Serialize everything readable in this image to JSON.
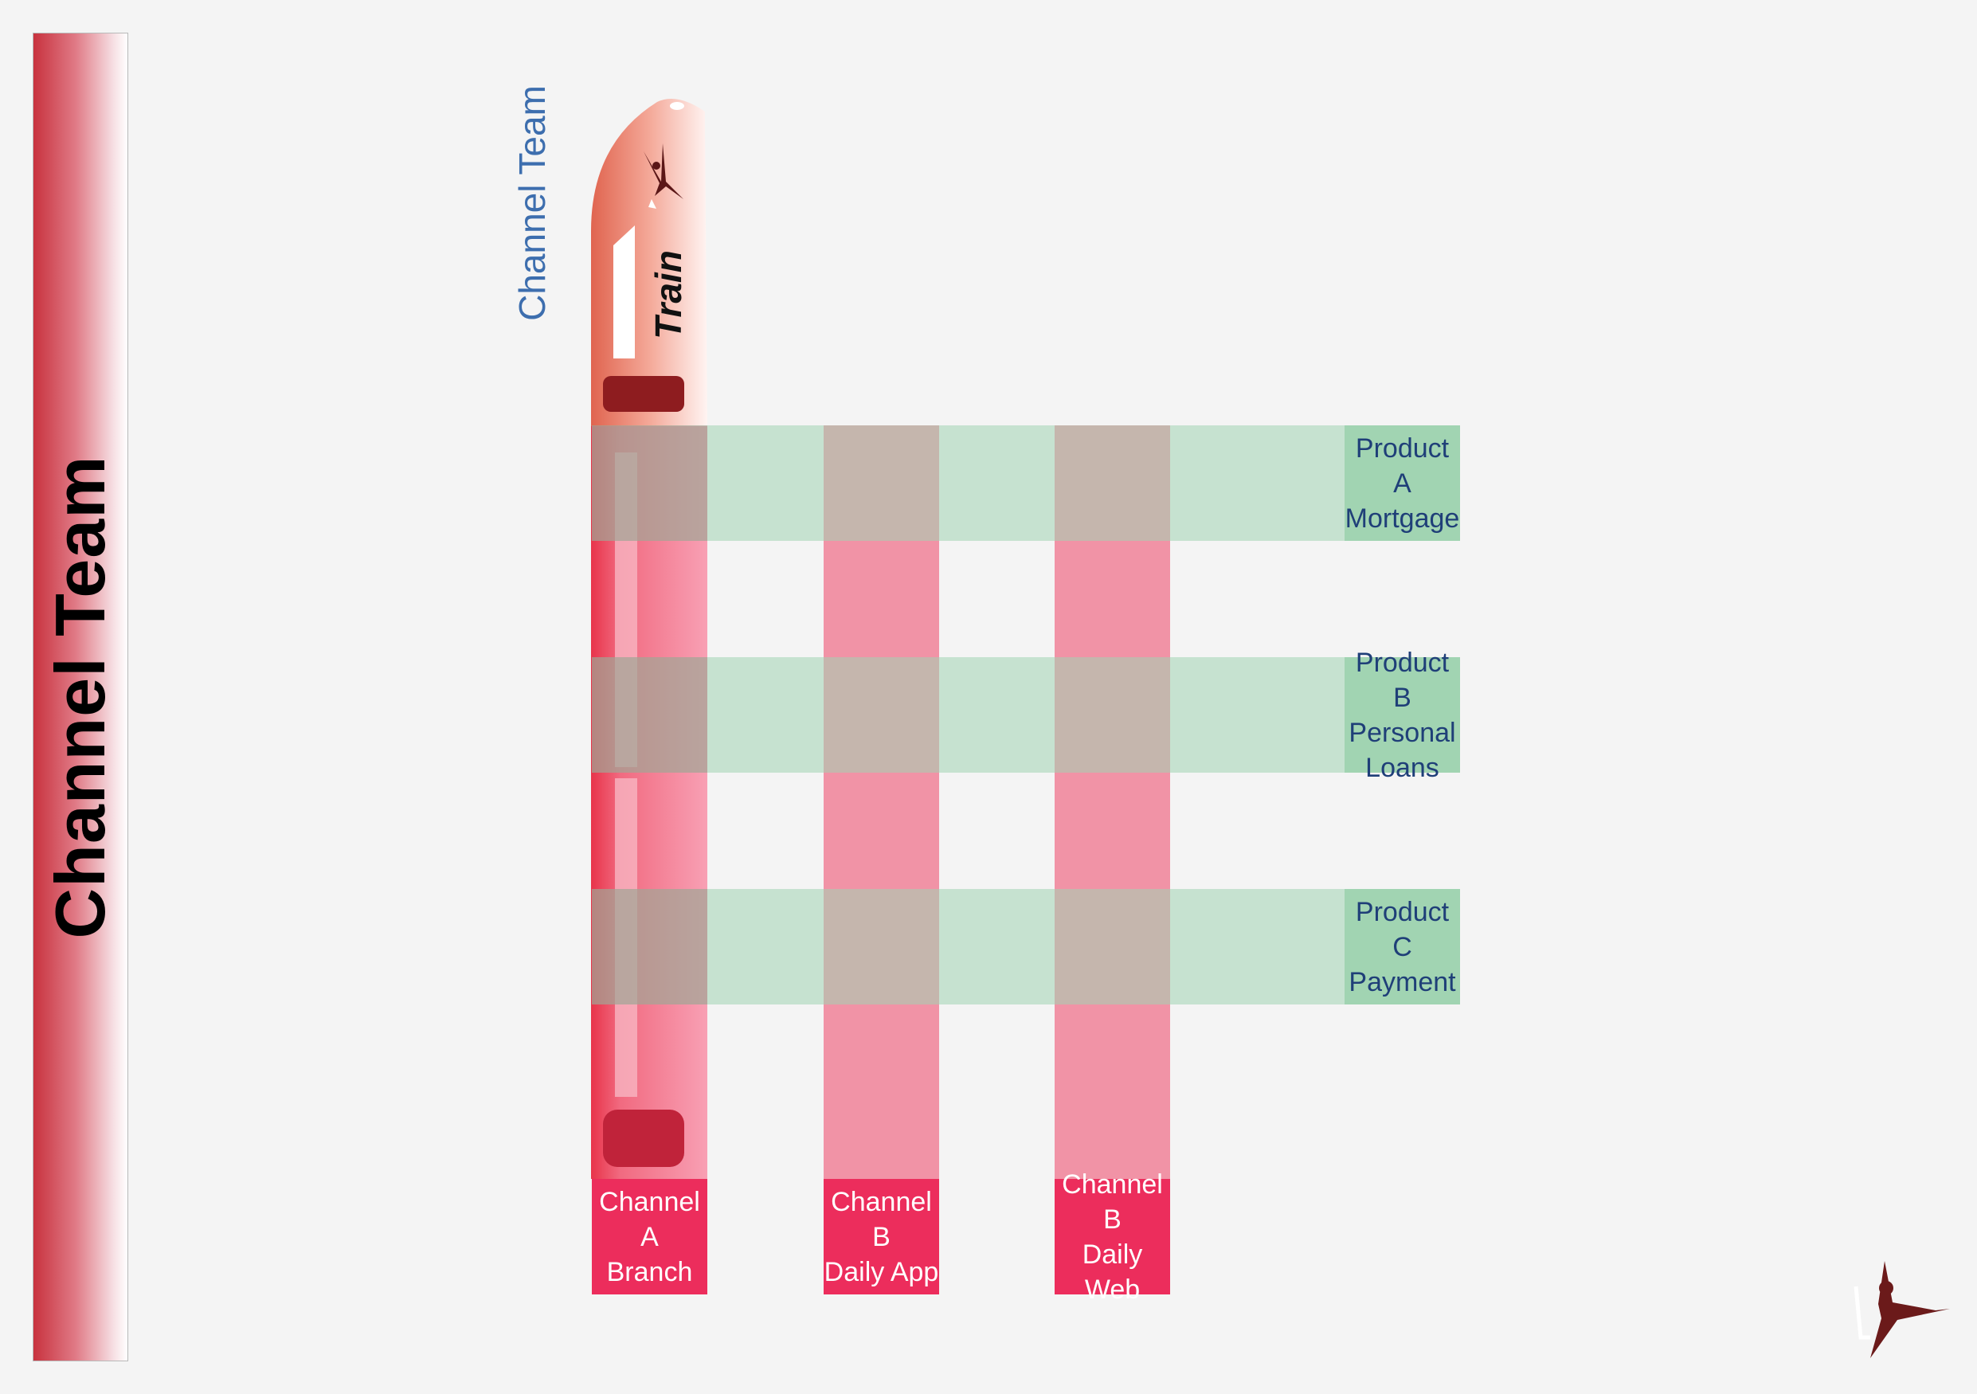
{
  "banner": {
    "title": "Channel Team"
  },
  "train": {
    "side_label": "Channel Team",
    "body_text": "Train"
  },
  "products": [
    {
      "label": "Product A\nMortgage"
    },
    {
      "label": "Product B\nPersonal\nLoans"
    },
    {
      "label": "Product C\nPayment"
    }
  ],
  "channels": [
    {
      "label": "Channel A\nBranch"
    },
    {
      "label": "Channel B\nDaily App"
    },
    {
      "label": "Channel B\nDaily Web"
    }
  ],
  "colors": {
    "channel_bar": "#f0738c",
    "channel_label": "#ec2d5c",
    "product_bar": "#a0d4b2",
    "product_label": "#a1d4b2",
    "product_text": "#1f3f78",
    "banner_red": "#c8323e",
    "logo": "#6b1a1a"
  },
  "icons": {
    "logo": "dancing-figure-logo"
  }
}
